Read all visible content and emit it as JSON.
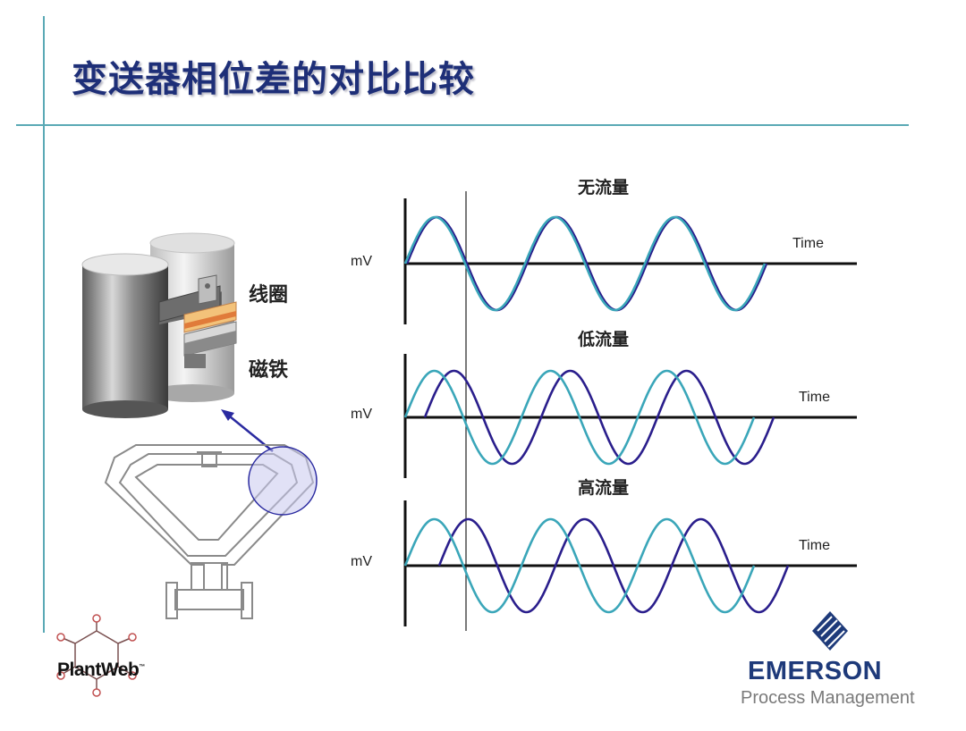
{
  "slide": {
    "title": "变送器相位差的对比比较",
    "coil_label": "线圈",
    "magnet_label": "磁铁"
  },
  "waveforms": [
    {
      "title": "无流量",
      "y_label": "mV",
      "x_label": "Time"
    },
    {
      "title": "低流量",
      "y_label": "mV",
      "x_label": "Time"
    },
    {
      "title": "高流量",
      "y_label": "mV",
      "x_label": "Time"
    }
  ],
  "logos": {
    "plantweb": "PlantWeb",
    "plantweb_tm": "™",
    "emerson": "EMERSON",
    "emerson_sub": "Process Management"
  },
  "colors": {
    "title": "#1e2f78",
    "rule": "#5aa9b5",
    "wave_inlet": "#3aa6b9",
    "wave_outlet": "#2a1e8c",
    "emerson": "#1e3a7a"
  }
}
